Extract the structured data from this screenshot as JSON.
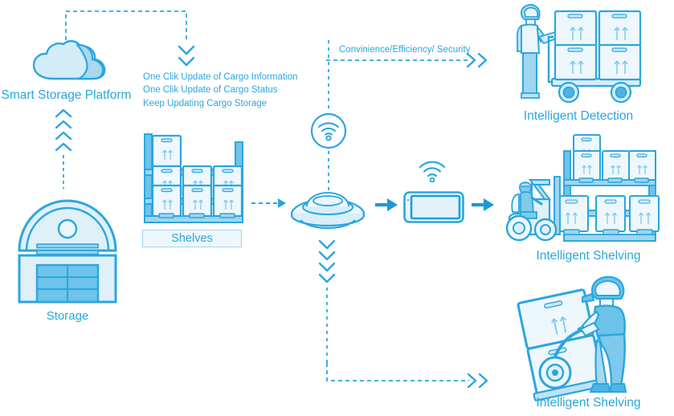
{
  "diagram": {
    "title": "Smart Storage / Intelligent Warehouse IoT Flow",
    "accent_color": "#2ba6de",
    "accent_dark": "#1b8fc9",
    "fill_light": "#dff0f7",
    "fill_mid": "#9fd6ef",
    "fill_pale": "#eef7fb",
    "background": "#ffffff"
  },
  "nodes": {
    "cloud": {
      "label": "Smart Storage Platform",
      "icon": "cloud-icon"
    },
    "storage": {
      "label": "Storage",
      "icon": "warehouse-icon"
    },
    "shelves": {
      "label": "Shelves",
      "icon": "shelving-rack-icon"
    },
    "gateway": {
      "label": "",
      "icon": "saucer-gateway-icon"
    },
    "wifi_badge": {
      "label": "",
      "icon": "wifi-circle-icon"
    },
    "tablet": {
      "label": "",
      "icon": "tablet-icon"
    },
    "tablet_wifi": {
      "label": "",
      "icon": "wifi-signal-icon"
    },
    "detection": {
      "label": "Intelligent Detection",
      "icon": "worker-with-cart-icon"
    },
    "shelving_forklift": {
      "label": "Intelligent Shelving",
      "icon": "forklift-and-rack-icon"
    },
    "shelving_handtruck": {
      "label": "Intelligent Shelving",
      "icon": "worker-with-handtruck-icon"
    }
  },
  "annotations": {
    "cloud_features": [
      "One Clik Update of Cargo Information",
      "One Clik Update of Cargo Status",
      "Keep Updating Cargo Storage"
    ],
    "benefits": "Convinience/Efficiency/ Security"
  },
  "connectors": {
    "storage_to_cloud": "dashed-up-chevrons",
    "cloud_to_features": "dashed-bracket-down-chevrons",
    "shelves_to_gateway": "dashed-right-arrow",
    "gateway_to_tablet": "solid-right-arrow",
    "tablet_to_output": "solid-right-arrow",
    "gateway_to_wifi": "dashed-vertical",
    "gateway_down": "dashed-down-chevrons",
    "gateway_to_detection": "dashed-right-double-chevron",
    "gateway_to_handtruck": "dashed-down-right-double-chevron"
  }
}
